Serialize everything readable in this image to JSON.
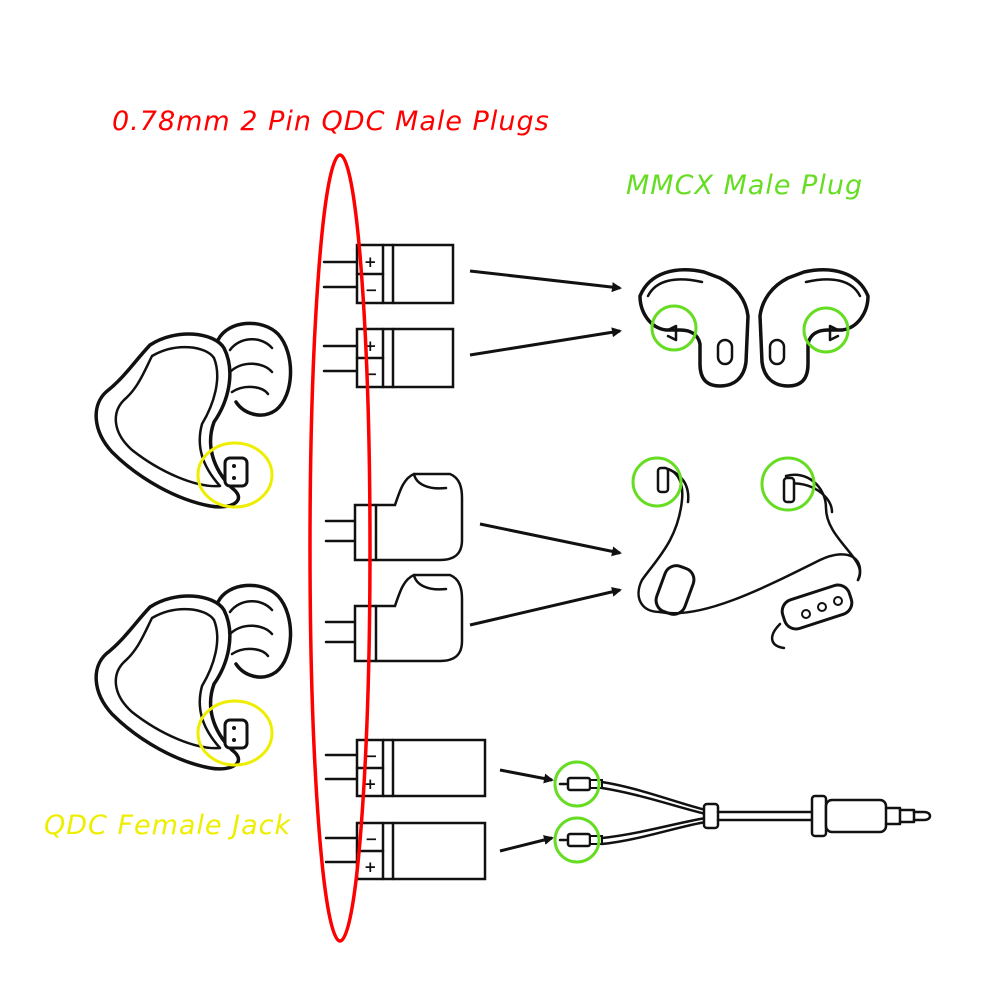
{
  "labels": {
    "qdc_male_plugs": "0.78mm 2 Pin QDC Male Plugs",
    "mmcx_male_plug": "MMCX Male Plug",
    "qdc_female_jack": "QDC Female Jack"
  },
  "polarity": {
    "plus": "+",
    "minus": "−"
  },
  "colors": {
    "qdc_male_highlight": "#ff0000",
    "mmcx_highlight": "#66dd22",
    "qdc_female_highlight": "#eeee00"
  },
  "icons": {
    "earphone": "in-ear-monitor-icon",
    "straight_plug": "straight-2pin-plug-icon",
    "angled_plug": "angled-2pin-plug-icon",
    "ear_hook": "mmcx-ear-hook-adapter-icon",
    "neckband": "bluetooth-neckband-cable-icon",
    "cable": "3.5mm-mmcx-y-cable-icon",
    "arrow": "arrow-right-icon"
  }
}
